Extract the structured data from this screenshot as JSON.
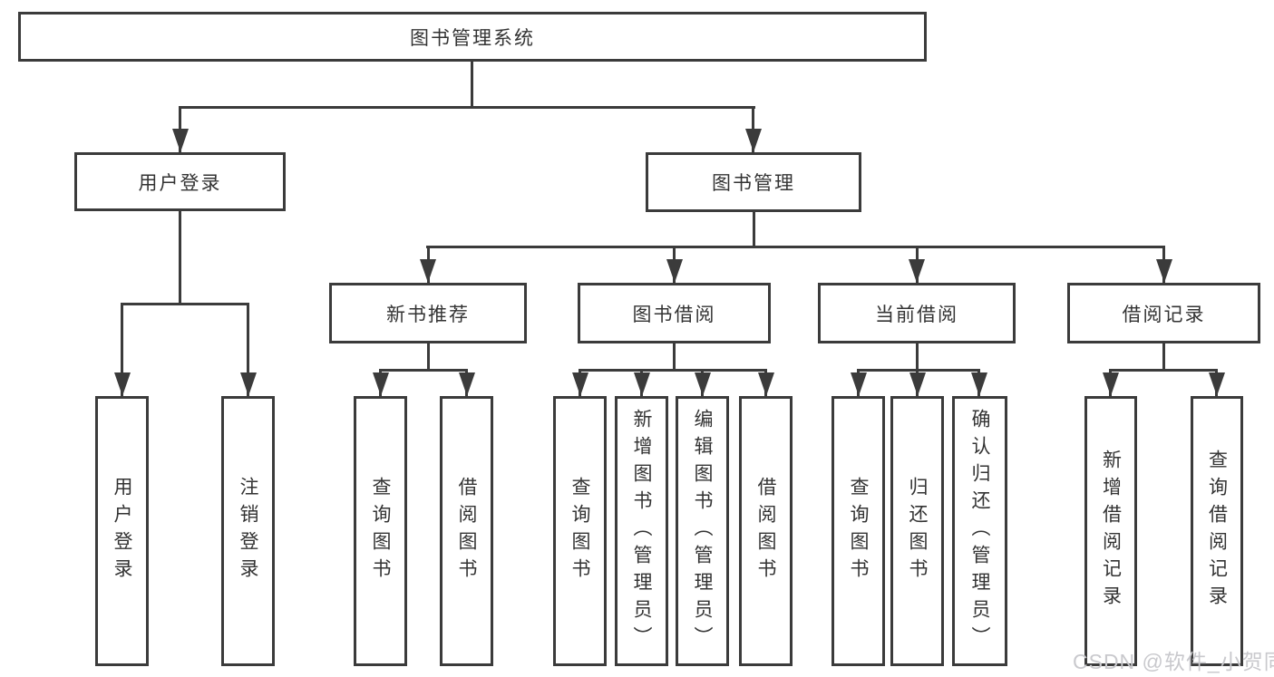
{
  "tree": {
    "root": "图书管理系统",
    "level2": [
      "用户登录",
      "图书管理"
    ],
    "level3": [
      "新书推荐",
      "图书借阅",
      "当前借阅",
      "借阅记录"
    ],
    "leaves": {
      "user": [
        "用户登录",
        "注销登录"
      ],
      "recommend": [
        "查询图书",
        "借阅图书"
      ],
      "borrow": [
        "查询图书",
        "新增图书（管理员）",
        "编辑图书（管理员）",
        "借阅图书"
      ],
      "current": [
        "查询图书",
        "归还图书",
        "确认归还（管理员）"
      ],
      "records": [
        "新增借阅记录",
        "查询借阅记录"
      ]
    }
  },
  "colors": {
    "line": "#3b3b3b",
    "text": "#333333",
    "background": "#ffffff",
    "watermark": "#c9c9cd"
  },
  "watermark": "CSDN @软件_小贺同学"
}
